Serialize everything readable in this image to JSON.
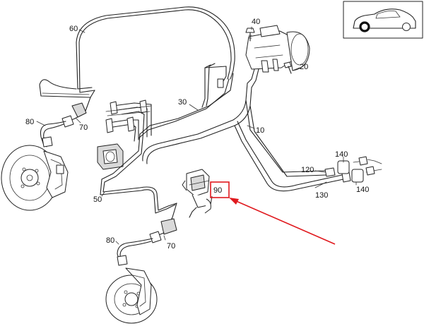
{
  "callouts": [
    {
      "id": "60",
      "text": "60"
    },
    {
      "id": "40",
      "text": "40"
    },
    {
      "id": "20",
      "text": "20"
    },
    {
      "id": "30",
      "text": "30"
    },
    {
      "id": "10",
      "text": "10"
    },
    {
      "id": "80-top",
      "text": "80"
    },
    {
      "id": "70-top",
      "text": "70"
    },
    {
      "id": "140-top",
      "text": "140"
    },
    {
      "id": "120",
      "text": "120"
    },
    {
      "id": "130",
      "text": "130"
    },
    {
      "id": "140-bottom",
      "text": "140"
    },
    {
      "id": "90",
      "text": "90"
    },
    {
      "id": "50",
      "text": "50"
    },
    {
      "id": "80-bottom",
      "text": "80"
    },
    {
      "id": "70-bottom",
      "text": "70"
    }
  ],
  "highlight": {
    "target": "90",
    "color": "#e0191e"
  },
  "colors": {
    "line": "#222222",
    "highlight": "#e0191e",
    "background": "#ffffff"
  },
  "icons": {
    "car-position": "car-side-icon"
  }
}
